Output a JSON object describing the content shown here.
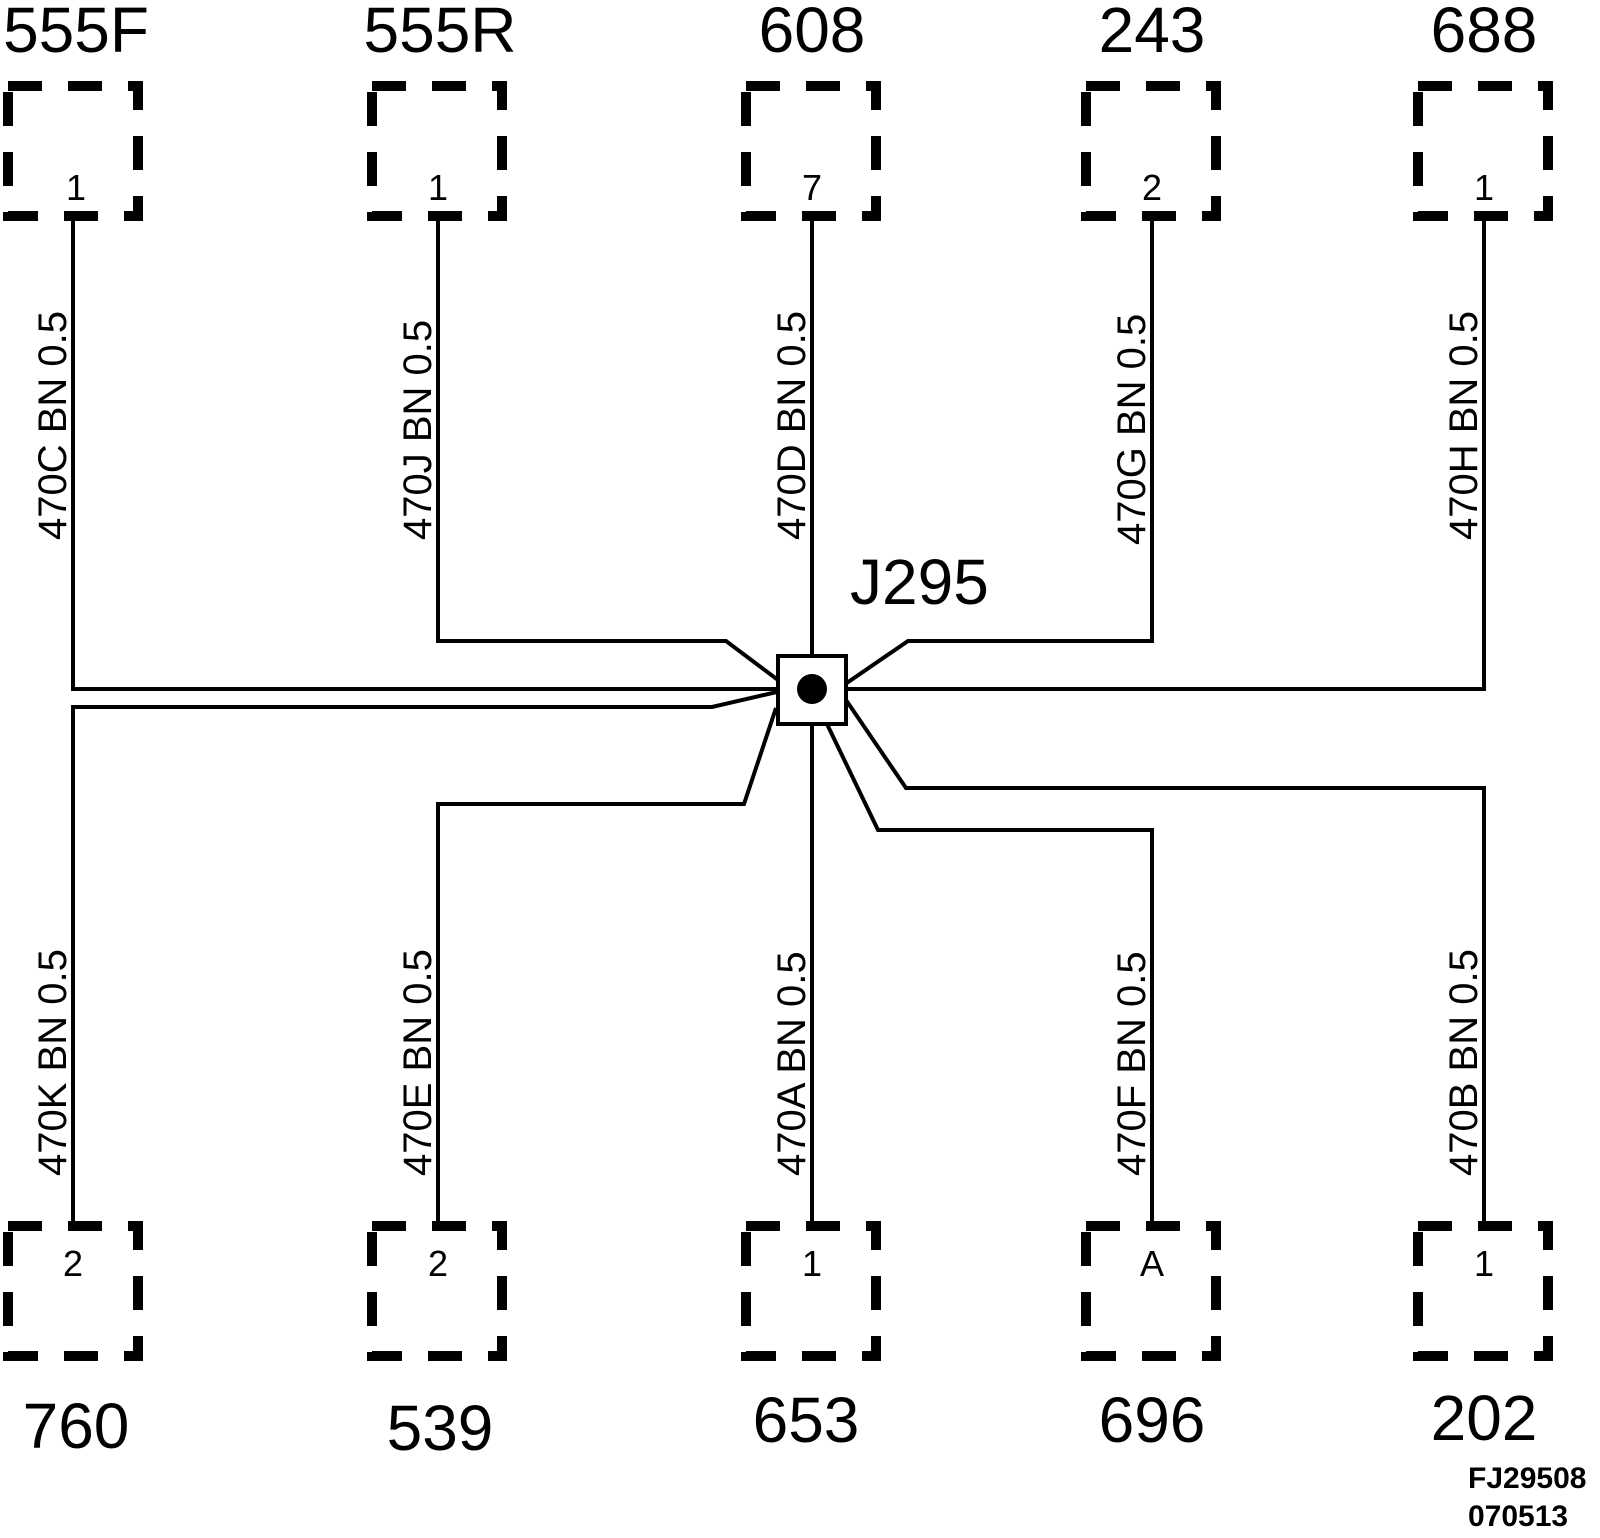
{
  "splice": {
    "label": "J295"
  },
  "reference": {
    "code": "FJ29508",
    "date": "070513"
  },
  "top_connectors": [
    {
      "component": "555F",
      "pin": "1",
      "wire": "470C  BN  0.5"
    },
    {
      "component": "555R",
      "pin": "1",
      "wire": "470J  BN  0.5"
    },
    {
      "component": "608",
      "pin": "7",
      "wire": "470D  BN  0.5"
    },
    {
      "component": "243",
      "pin": "2",
      "wire": "470G  BN  0.5"
    },
    {
      "component": "688",
      "pin": "1",
      "wire": "470H  BN  0.5"
    }
  ],
  "bottom_connectors": [
    {
      "component": "760",
      "pin": "2",
      "wire": "470K  BN  0.5"
    },
    {
      "component": "539",
      "pin": "2",
      "wire": "470E  BN  0.5"
    },
    {
      "component": "653",
      "pin": "1",
      "wire": "470A  BN  0.5"
    },
    {
      "component": "696",
      "pin": "A",
      "wire": "470F  BN  0.5"
    },
    {
      "component": "202",
      "pin": "1",
      "wire": "470B  BN  0.5"
    }
  ]
}
